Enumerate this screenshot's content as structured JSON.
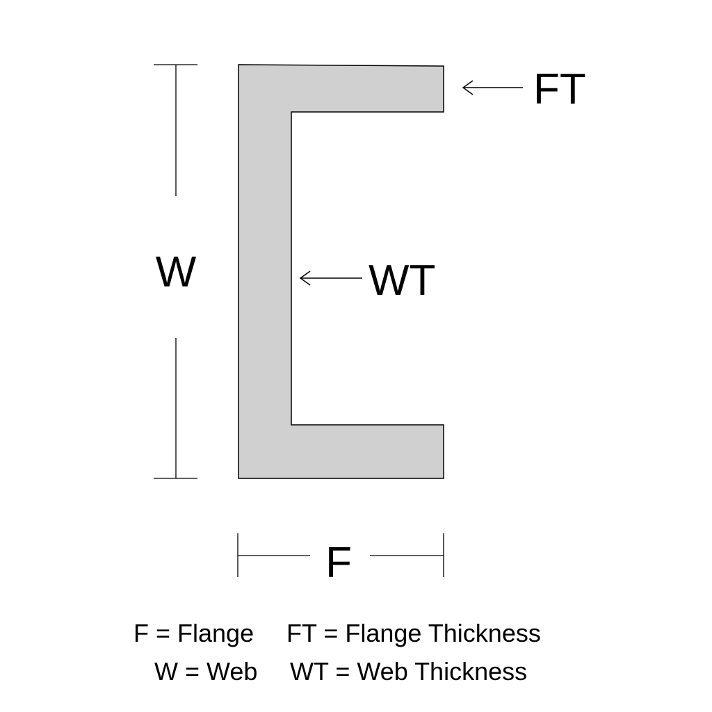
{
  "diagram": {
    "labels": {
      "web": "W",
      "flange": "F",
      "flange_thickness": "FT",
      "web_thickness": "WT"
    },
    "legend": {
      "row1": {
        "flange": "F = Flange",
        "flange_thickness": "FT = Flange Thickness"
      },
      "row2": {
        "web": "W = Web",
        "web_thickness": "WT = Web Thickness"
      }
    },
    "colors": {
      "profile_fill": "#d0d0d0",
      "stroke": "#000000"
    }
  }
}
